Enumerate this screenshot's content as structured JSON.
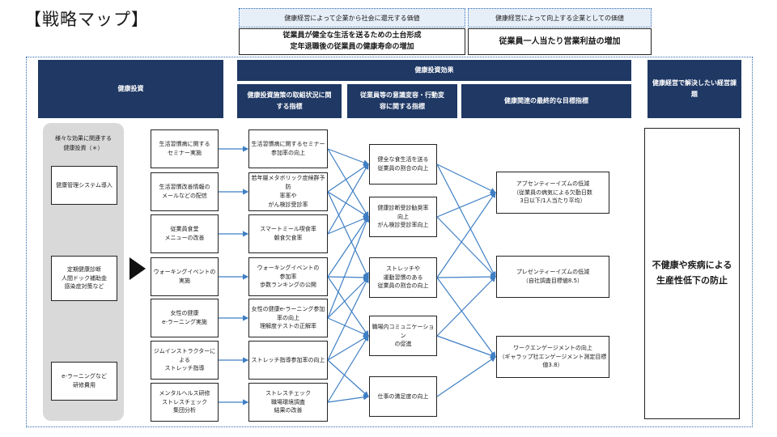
{
  "title": "【戦略マップ】",
  "values": {
    "society_head": "健康経営によって企業から社会に還元する価値",
    "society_lines": [
      "従業員が健全な生活を送るための土台形成",
      "定年退職後の従業員の健康寿命の増加"
    ],
    "company_head": "健康経営によって向上する企業としての価値",
    "company_lines": [
      "従業員一人当たり営業利益の増加"
    ]
  },
  "headers": {
    "investment": "健康投資",
    "effect": "健康投資効果",
    "indicator1": [
      "健康投資施策の取組状況に関",
      "する指標"
    ],
    "indicator2": [
      "従業員等の意識変容・行動変",
      "容に関する指標"
    ],
    "indicator3": "健康関連の最終的な目標指標",
    "issue": [
      "健康経営で解決したい経営課",
      "題"
    ]
  },
  "left_panel": {
    "caption": [
      "様々な効果に関連する",
      "健康投資（＊）"
    ],
    "boxes": [
      {
        "lines": [
          "健康管理システム導入"
        ]
      },
      {
        "lines": [
          "定期健康診断",
          "人間ドック補助金",
          "感染症対策など"
        ]
      },
      {
        "lines": [
          "e-ラーニングなど",
          "研修費用"
        ]
      }
    ]
  },
  "initiatives": [
    {
      "lines": [
        "生活習慣病に関する",
        "セミナー実施"
      ]
    },
    {
      "lines": [
        "生活習慣改善情報の",
        "メールなどの配信"
      ]
    },
    {
      "lines": [
        "従業員食堂",
        "メニューの改善"
      ]
    },
    {
      "lines": [
        "ウォーキングイベントの",
        "実施"
      ]
    },
    {
      "lines": [
        "女性の健康",
        "e-ラーニング実施"
      ]
    },
    {
      "lines": [
        "ジムインストラクターによる",
        "ストレッチ指導"
      ]
    },
    {
      "lines": [
        "メンタルヘルス研修",
        "ストレスチェック",
        "集団分析"
      ]
    }
  ],
  "indicators": [
    {
      "lines": [
        "生活習慣病に関するセミナー",
        "参加率の向上"
      ]
    },
    {
      "lines": [
        "若年層メタボリック症候群予防",
        "率率や",
        "がん検診受診率"
      ]
    },
    {
      "lines": [
        "スマートミール喫食率",
        "朝食欠食率"
      ]
    },
    {
      "lines": [
        "ウォーキングイベントの",
        "参加率",
        "歩数ランキングの公開"
      ]
    },
    {
      "lines": [
        "女性の健康e-ラーニング参加",
        "率の向上",
        "理解度テストの正解率"
      ]
    },
    {
      "lines": [
        "ストレッチ指導参加率の向上"
      ]
    },
    {
      "lines": [
        "ストレスチェック",
        "職場環境調査",
        "結果の改善"
      ]
    }
  ],
  "behaviors": [
    {
      "lines": [
        "健全な食生活を送る",
        "従業員の割合の向上"
      ]
    },
    {
      "lines": [
        "健康診断受診勧奨率",
        "向上",
        "がん検診受診率向上"
      ]
    },
    {
      "lines": [
        "ストレッチや",
        "運動習慣のある",
        "従業員の割合の向上"
      ]
    },
    {
      "lines": [
        "職場内コミュニケーション",
        "の促進"
      ]
    },
    {
      "lines": [
        "仕事の満足度の向上"
      ]
    }
  ],
  "goals": [
    {
      "lines": [
        "アブセンティーイズムの低減",
        "（従業員の病気による欠勤日数",
        "3日以下/1人当たり平均）"
      ]
    },
    {
      "lines": [
        "プレゼンティーイズムの低減",
        "（自社調査目標値8.5）"
      ]
    },
    {
      "lines": [
        "ワークエンゲージメントの向上",
        "（ギャラップ社エンゲージメント測定目標値3.8）"
      ]
    }
  ],
  "final_issue": [
    "不健康や疾病による",
    "生産性低下の防止"
  ],
  "links": {
    "indicator_to_behavior": [
      [
        0,
        0
      ],
      [
        0,
        1
      ],
      [
        1,
        0
      ],
      [
        1,
        1
      ],
      [
        1,
        2
      ],
      [
        2,
        0
      ],
      [
        2,
        1
      ],
      [
        3,
        1
      ],
      [
        3,
        2
      ],
      [
        3,
        3
      ],
      [
        4,
        1
      ],
      [
        4,
        2
      ],
      [
        4,
        3
      ],
      [
        5,
        2
      ],
      [
        5,
        3
      ],
      [
        5,
        4
      ],
      [
        6,
        3
      ],
      [
        6,
        4
      ]
    ],
    "behavior_to_goal": [
      [
        0,
        0
      ],
      [
        0,
        1
      ],
      [
        1,
        0
      ],
      [
        1,
        1
      ],
      [
        2,
        0
      ],
      [
        2,
        1
      ],
      [
        2,
        2
      ],
      [
        3,
        1
      ],
      [
        3,
        2
      ],
      [
        4,
        2
      ]
    ]
  },
  "colors": {
    "header_bg": "#1f3864",
    "link": "#3f7fc4",
    "value_head_bg": "#e6eff8",
    "panel_gray": "#d9d9d9"
  }
}
